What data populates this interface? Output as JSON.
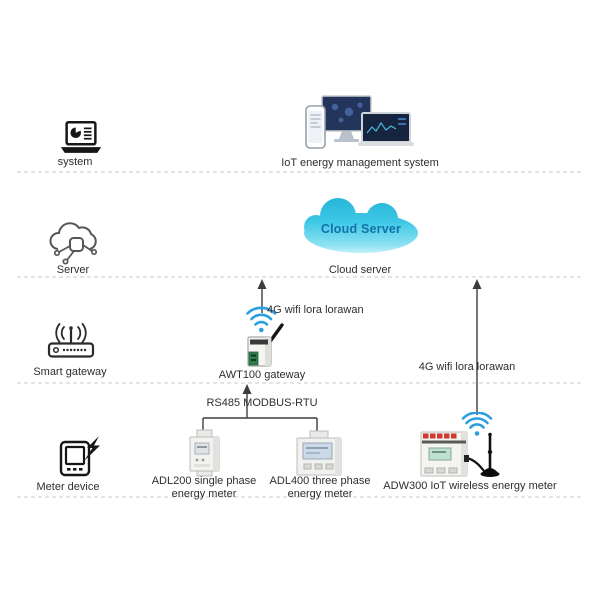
{
  "palette": {
    "connector_line": "#3d3d3d",
    "dashed_divider": "#c9c9c9",
    "cloud_fill_top": "#23b4d8",
    "cloud_fill_bottom": "#c9f2fa",
    "cloud_text_color": "#0f73a8",
    "wifi_blue": "#2d9fe0",
    "terminal_green": "#2f7d4f",
    "terminal_red": "#d2392e",
    "screen_dark": "#24355c"
  },
  "rows": {
    "system": "system",
    "server": "Server",
    "smart_gateway": "Smart gateway",
    "meter_device": "Meter device"
  },
  "nodes": {
    "iot_system": "IoT energy management system",
    "cloud_text": "Cloud Server",
    "cloud_label": "Cloud server",
    "awt100_label": "AWT100 gateway",
    "adl200_line1": "ADL200 single phase",
    "adl200_line2": "energy meter",
    "adl400_line1": "ADL400 three phase",
    "adl400_line2": "energy meter",
    "adw300_label": "ADW300 IoT wireless energy meter"
  },
  "links": {
    "gateway_uplink": "4G wifi lora lorawan",
    "adw300_uplink": "4G wifi lora lorawan",
    "rs485": "RS485 MODBUS-RTU"
  }
}
